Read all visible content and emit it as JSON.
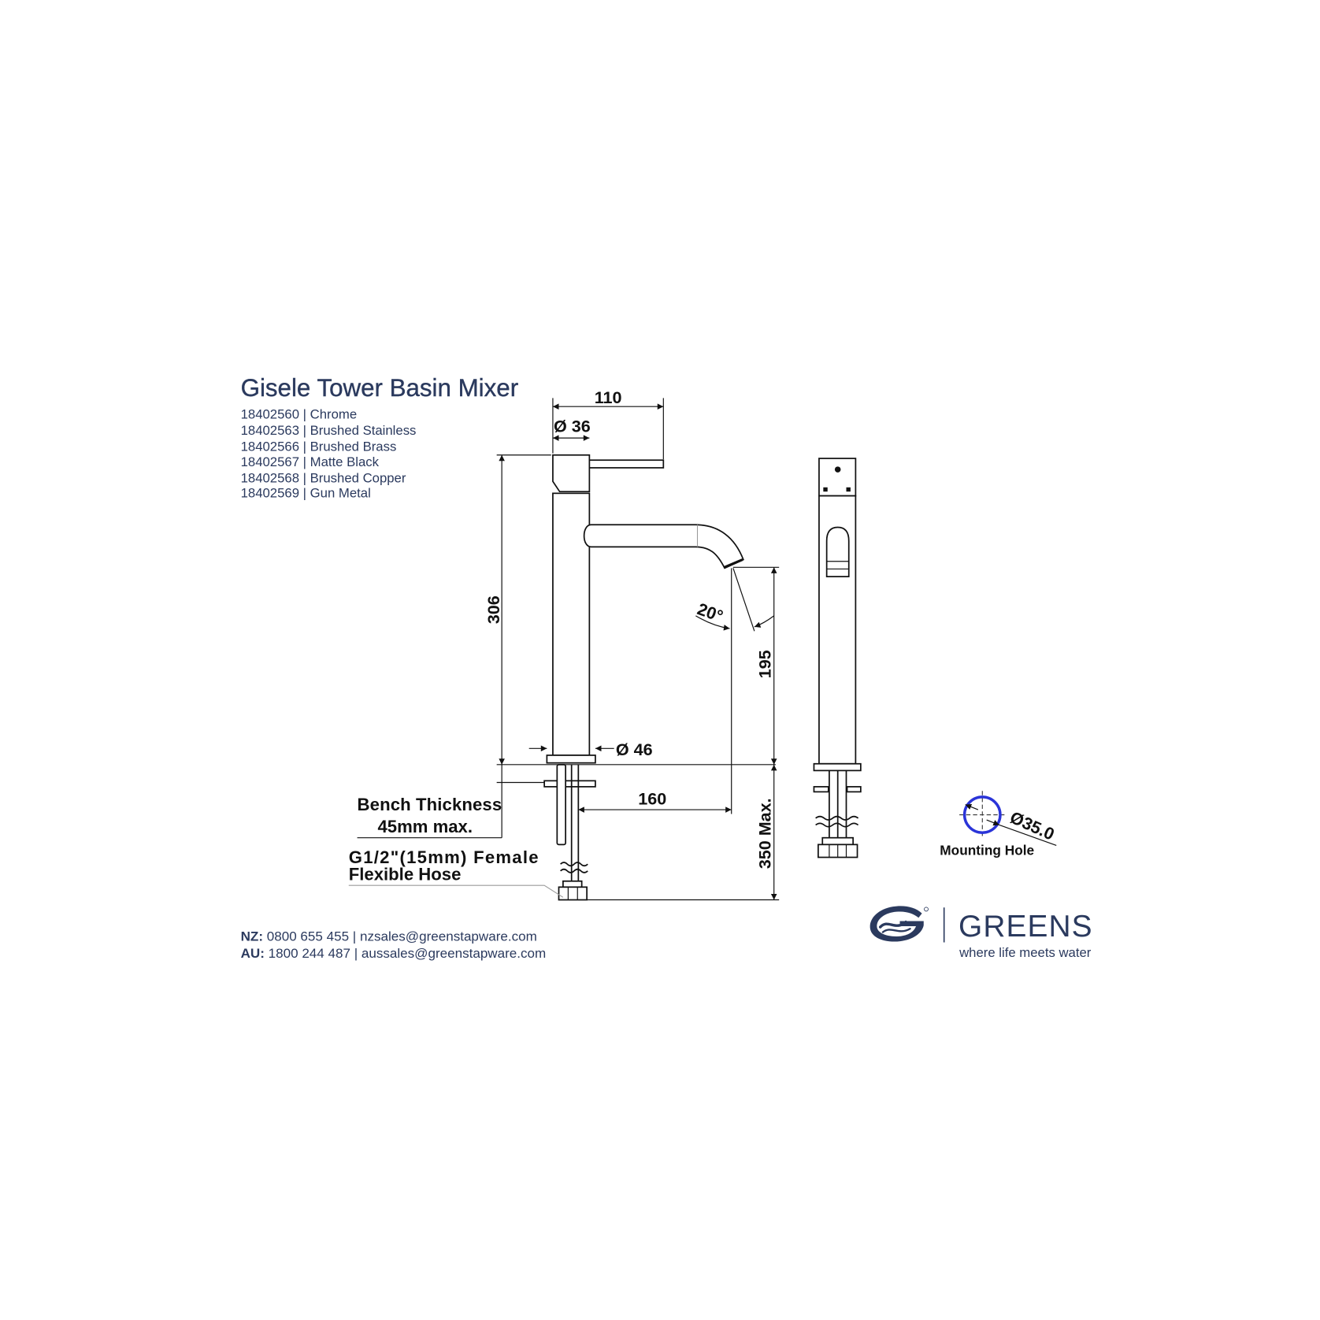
{
  "title": "Gisele Tower Basin Mixer",
  "separator": "|",
  "products": [
    {
      "code": "18402560",
      "finish": "Chrome"
    },
    {
      "code": "18402563",
      "finish": "Brushed Stainless"
    },
    {
      "code": "18402566",
      "finish": "Brushed Brass"
    },
    {
      "code": "18402567",
      "finish": "Matte Black"
    },
    {
      "code": "18402568",
      "finish": "Brushed Copper"
    },
    {
      "code": "18402569",
      "finish": "Gun Metal"
    }
  ],
  "dimensions": {
    "handle_reach": "110",
    "handle_diameter": "Ø 36",
    "body_height": "306",
    "base_diameter": "Ø 46",
    "outlet_height": "195",
    "outlet_angle": "20°",
    "spout_reach": "160",
    "below_bench": "350 Max."
  },
  "callouts": {
    "bench_line1": "Bench Thickness",
    "bench_line2": "45mm max.",
    "hose_line1": "G1/2\"(15mm) Female",
    "hose_line2": "Flexible Hose"
  },
  "mounting_hole": {
    "diameter": "Ø35.0",
    "label": "Mounting Hole"
  },
  "contacts": [
    {
      "region": "NZ:",
      "phone": "0800 655 455",
      "email": "nzsales@greenstapware.com"
    },
    {
      "region": "AU:",
      "phone": "1800 244 487",
      "email": "aussales@greenstapware.com"
    }
  ],
  "brand": {
    "name": "GREENS",
    "tagline": "where life meets water",
    "logo_icon": "greens-wave-g-icon"
  },
  "colors": {
    "navy": "#2b3a5e",
    "line": "#111111",
    "hole": "#2a34d8",
    "background": "#ffffff"
  }
}
